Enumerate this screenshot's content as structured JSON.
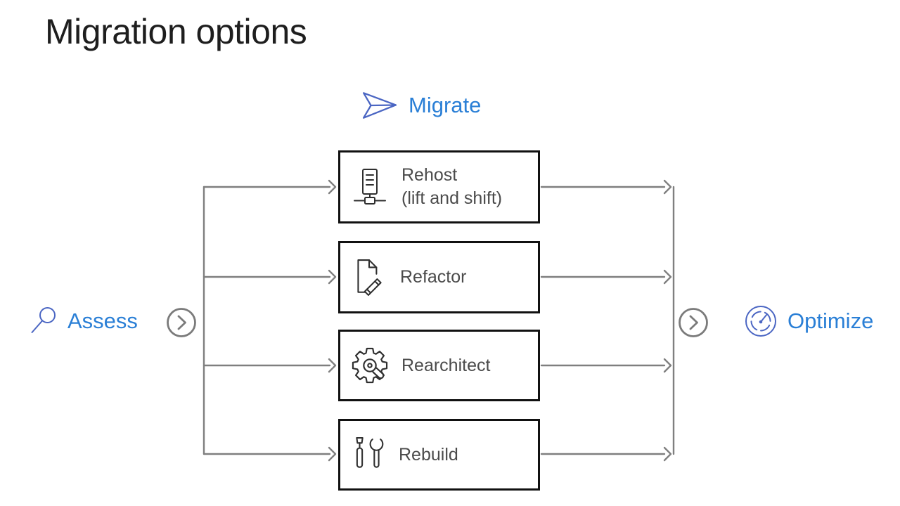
{
  "page": {
    "title": "Migration options",
    "background": "#ffffff"
  },
  "colors": {
    "accent_blue_text": "#2a7fd6",
    "icon_blue": "#4b66c3",
    "connector_gray": "#7f7f7f",
    "box_border": "#111111",
    "box_text": "#4b4b4b",
    "title_color": "#1e1e1e"
  },
  "phases": {
    "assess": {
      "label": "Assess",
      "icon": "magnifier-icon"
    },
    "migrate": {
      "label": "Migrate",
      "icon": "paper-plane-icon"
    },
    "optimize": {
      "label": "Optimize",
      "icon": "gauge-icon"
    }
  },
  "connector_icons": {
    "left": "chevron-right-circle-icon",
    "right": "chevron-right-circle-icon"
  },
  "options": [
    {
      "label": "Rehost",
      "sublabel": "(lift and shift)",
      "icon": "server-network-icon"
    },
    {
      "label": "Refactor",
      "sublabel": "",
      "icon": "document-pencil-icon"
    },
    {
      "label": "Rearchitect",
      "sublabel": "",
      "icon": "gear-wrench-icon"
    },
    {
      "label": "Rebuild",
      "sublabel": "",
      "icon": "screwdriver-wrench-icon"
    }
  ]
}
